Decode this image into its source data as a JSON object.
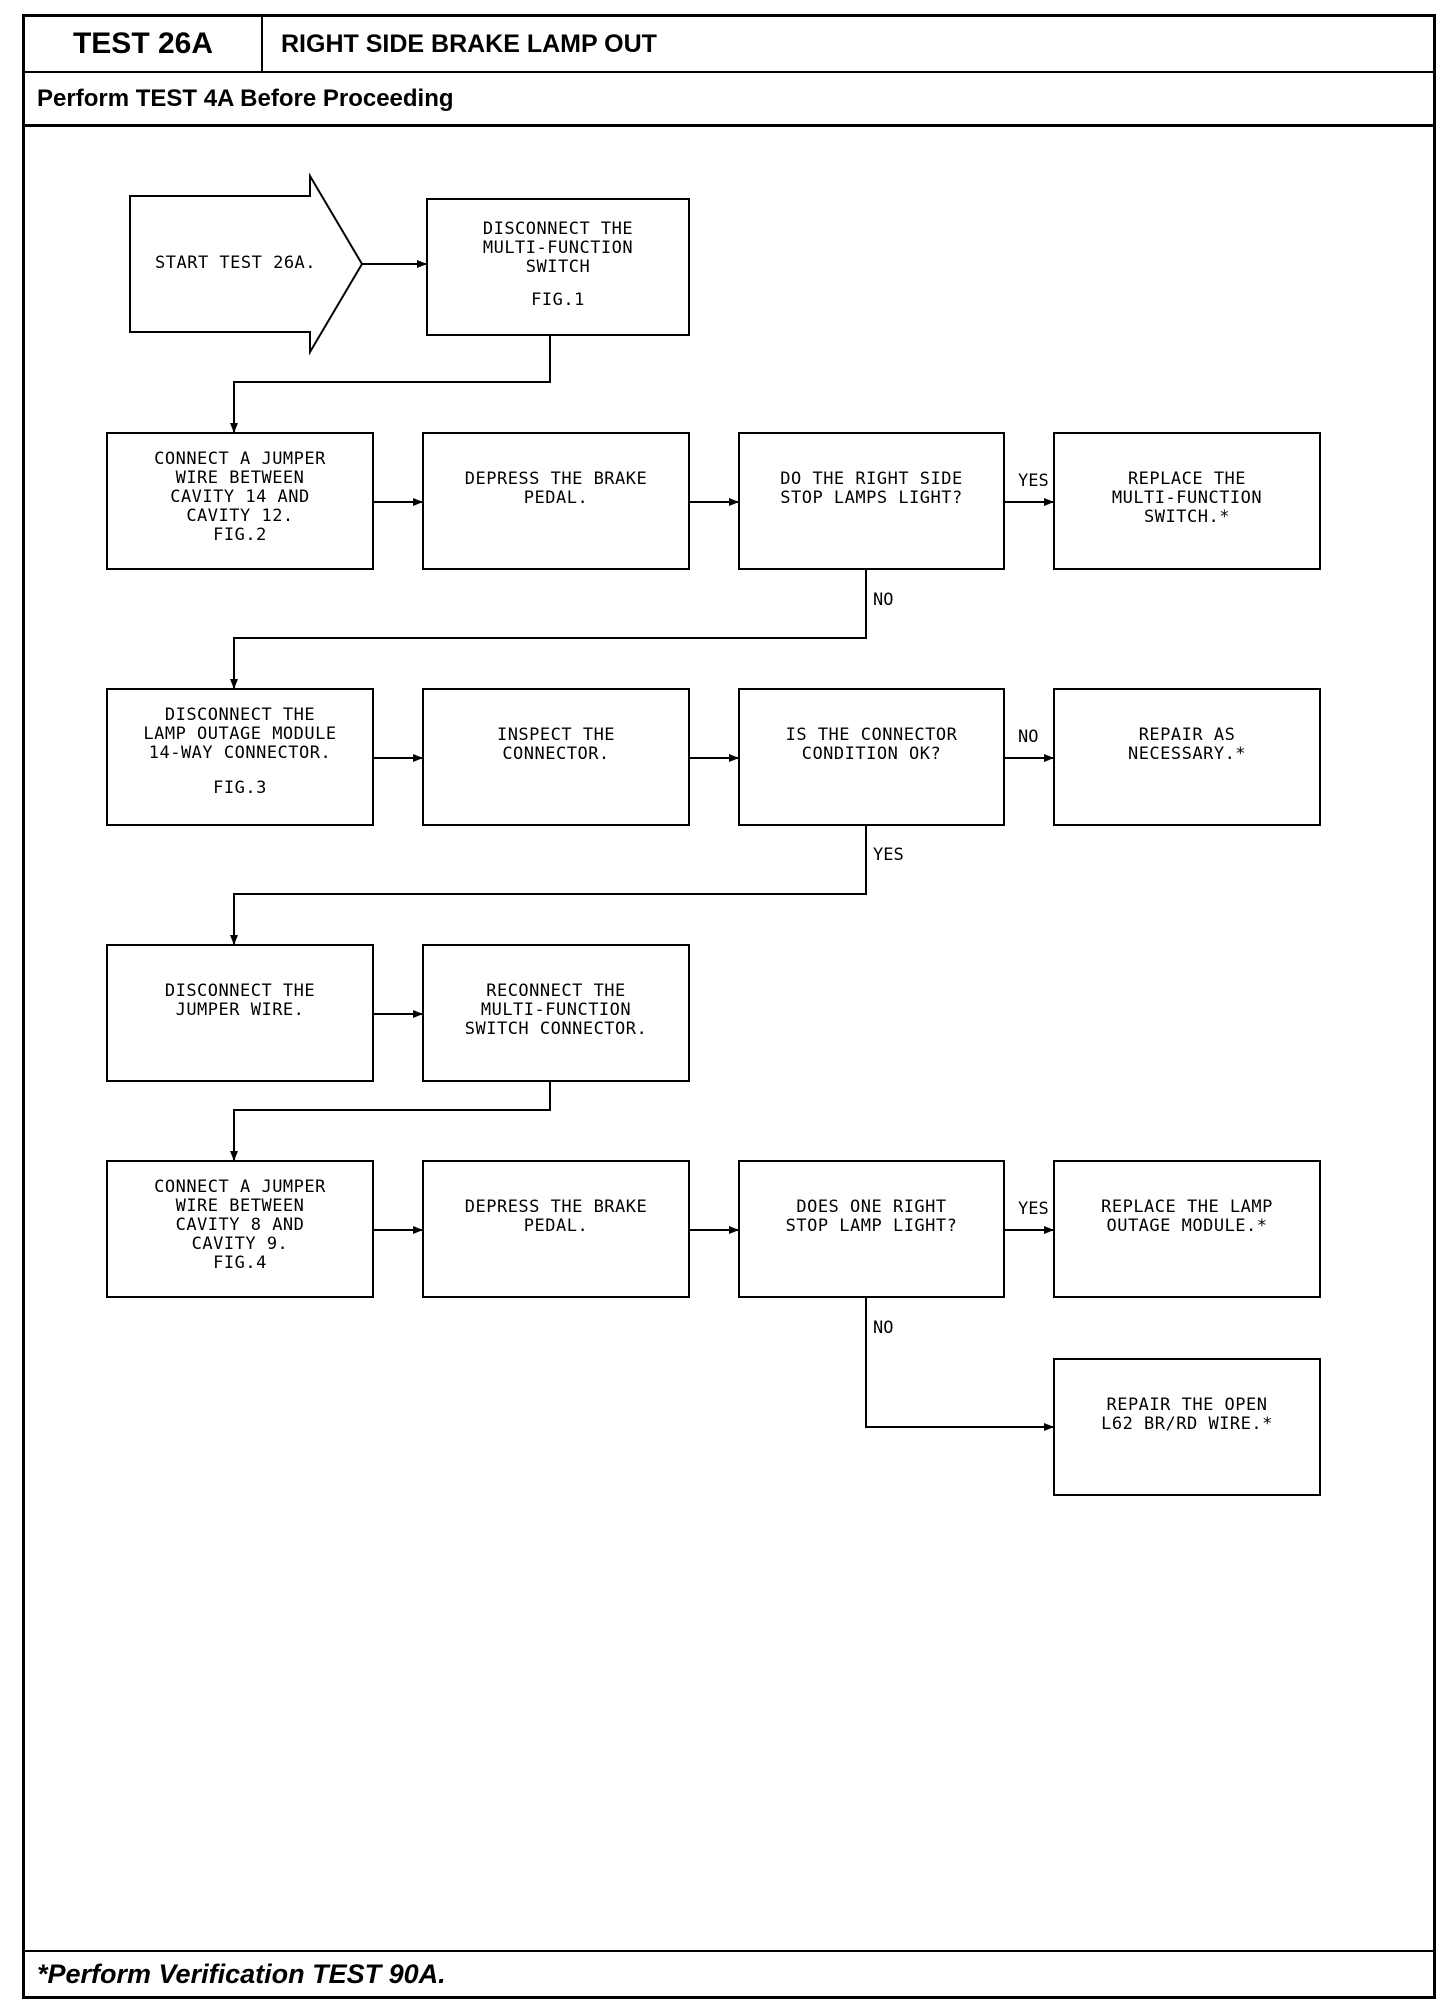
{
  "header": {
    "test_id": "TEST 26A",
    "title": "RIGHT SIDE BRAKE LAMP OUT",
    "prerequisite": "Perform TEST 4A Before Proceeding"
  },
  "footer": "*Perform Verification TEST 90A.",
  "start": "START TEST 26A.",
  "boxes": {
    "disconnect_mfs": {
      "text": "DISCONNECT THE\nMULTI-FUNCTION\nSWITCH",
      "fig": "FIG.1"
    },
    "connect_jumper_14_12": {
      "text": "CONNECT A JUMPER\nWIRE BETWEEN\nCAVITY 14 AND\nCAVITY 12.\nFIG.2"
    },
    "depress_pedal_1": {
      "text": "DEPRESS THE BRAKE\nPEDAL."
    },
    "q_right_stop_lamps": {
      "text": "DO THE RIGHT SIDE\nSTOP LAMPS LIGHT?"
    },
    "replace_mfs": {
      "text": "REPLACE THE\nMULTI-FUNCTION\nSWITCH.*"
    },
    "disconnect_lom": {
      "text": "DISCONNECT THE\nLAMP OUTAGE MODULE\n14-WAY CONNECTOR.",
      "fig": "FIG.3"
    },
    "inspect_connector": {
      "text": "INSPECT THE\nCONNECTOR."
    },
    "q_connector_ok": {
      "text": "IS THE CONNECTOR\nCONDITION OK?"
    },
    "repair_as_necessary": {
      "text": "REPAIR AS\nNECESSARY.*"
    },
    "disconnect_jumper": {
      "text": "DISCONNECT THE\nJUMPER WIRE."
    },
    "reconnect_mfs": {
      "text": "RECONNECT THE\nMULTI-FUNCTION\nSWITCH CONNECTOR."
    },
    "connect_jumper_8_9": {
      "text": "CONNECT A JUMPER\nWIRE BETWEEN\nCAVITY 8 AND\nCAVITY 9.\nFIG.4"
    },
    "depress_pedal_2": {
      "text": "DEPRESS THE BRAKE\nPEDAL."
    },
    "q_one_right_lamp": {
      "text": "DOES ONE RIGHT\nSTOP LAMP LIGHT?"
    },
    "replace_lom": {
      "text": "REPLACE THE LAMP\nOUTAGE MODULE.*"
    },
    "repair_open_wire": {
      "text": "REPAIR THE OPEN\nL62 BR/RD WIRE.*"
    }
  },
  "labels": {
    "yes_1": "YES",
    "no_1": "NO",
    "no_2": "NO",
    "yes_2": "YES",
    "yes_3": "YES",
    "no_3": "NO"
  }
}
